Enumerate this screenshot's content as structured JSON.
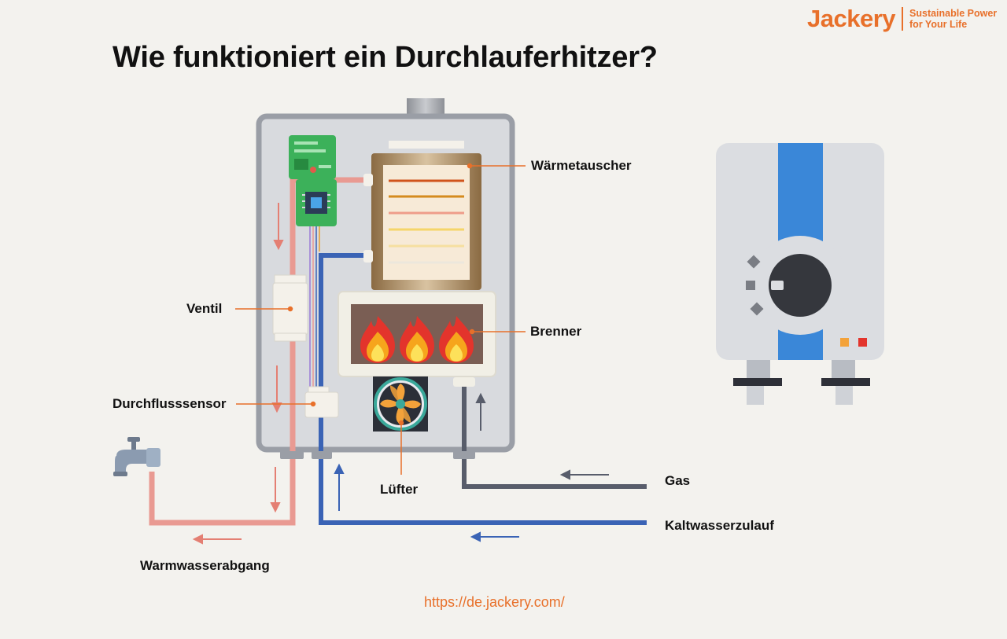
{
  "title": "Wie funktioniert ein Durchlauferhitzer?",
  "brand": {
    "name": "Jackery",
    "tagline_line1": "Sustainable Power",
    "tagline_line2": "for Your Life",
    "color": "#e8702a"
  },
  "labels": {
    "heat_exchanger": "Wärmetauscher",
    "burner": "Brenner",
    "valve": "Ventil",
    "flow_sensor": "Durchflusssensor",
    "fan": "Lüfter",
    "gas": "Gas",
    "cold_water": "Kaltwasserzulauf",
    "hot_water": "Warmwasserabgang"
  },
  "url": "https://de.jackery.com/",
  "colors": {
    "hot_pipe": "#e99a92",
    "cold_pipe": "#3a63b5",
    "gas_pipe": "#585d6b",
    "leader": "#e8702a",
    "casing": "#9a9ea6"
  },
  "icons": {
    "faucet": "faucet-icon",
    "flame": "flame-icon",
    "fan": "fan-icon",
    "circuit": "circuit-board-icon",
    "heater_unit": "water-heater-icon"
  }
}
